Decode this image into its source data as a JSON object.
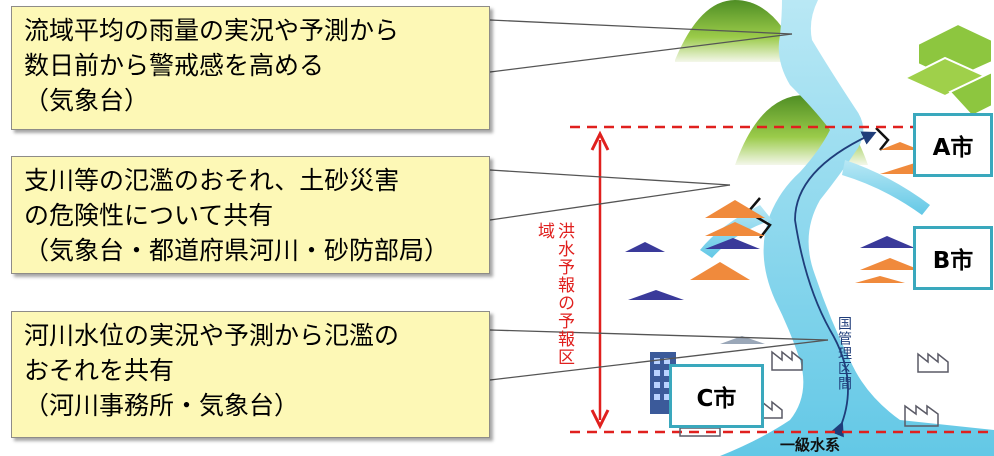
{
  "callouts": [
    {
      "lines": [
        "流域平均の雨量の実況や予測から",
        "数日前から警戒感を高める",
        "（気象台）"
      ]
    },
    {
      "lines": [
        "支川等の氾濫のおそれ、土砂災害",
        "の危険性について共有",
        "（気象台・都道府県河川・砂防部局）"
      ]
    },
    {
      "lines": [
        "河川水位の実況や予測から氾濫の",
        "おそれを共有",
        "（河川事務所・気象台）"
      ]
    }
  ],
  "cities": {
    "a": "A市",
    "b": "B市",
    "c": "C市"
  },
  "forecast_region_label": "洪水予報の予報区域",
  "national_section_label": "国管理区間",
  "river_system_label": "一級水系",
  "colors": {
    "callout_fill": "#fdf8b6",
    "river": "#7fd3ec",
    "mountain": "#8dbf3a",
    "boundary_dash": "#e0201e",
    "city_border": "#3aa8bd",
    "roof_orange": "#f08a3c",
    "roof_blue": "#3a3a9a"
  }
}
